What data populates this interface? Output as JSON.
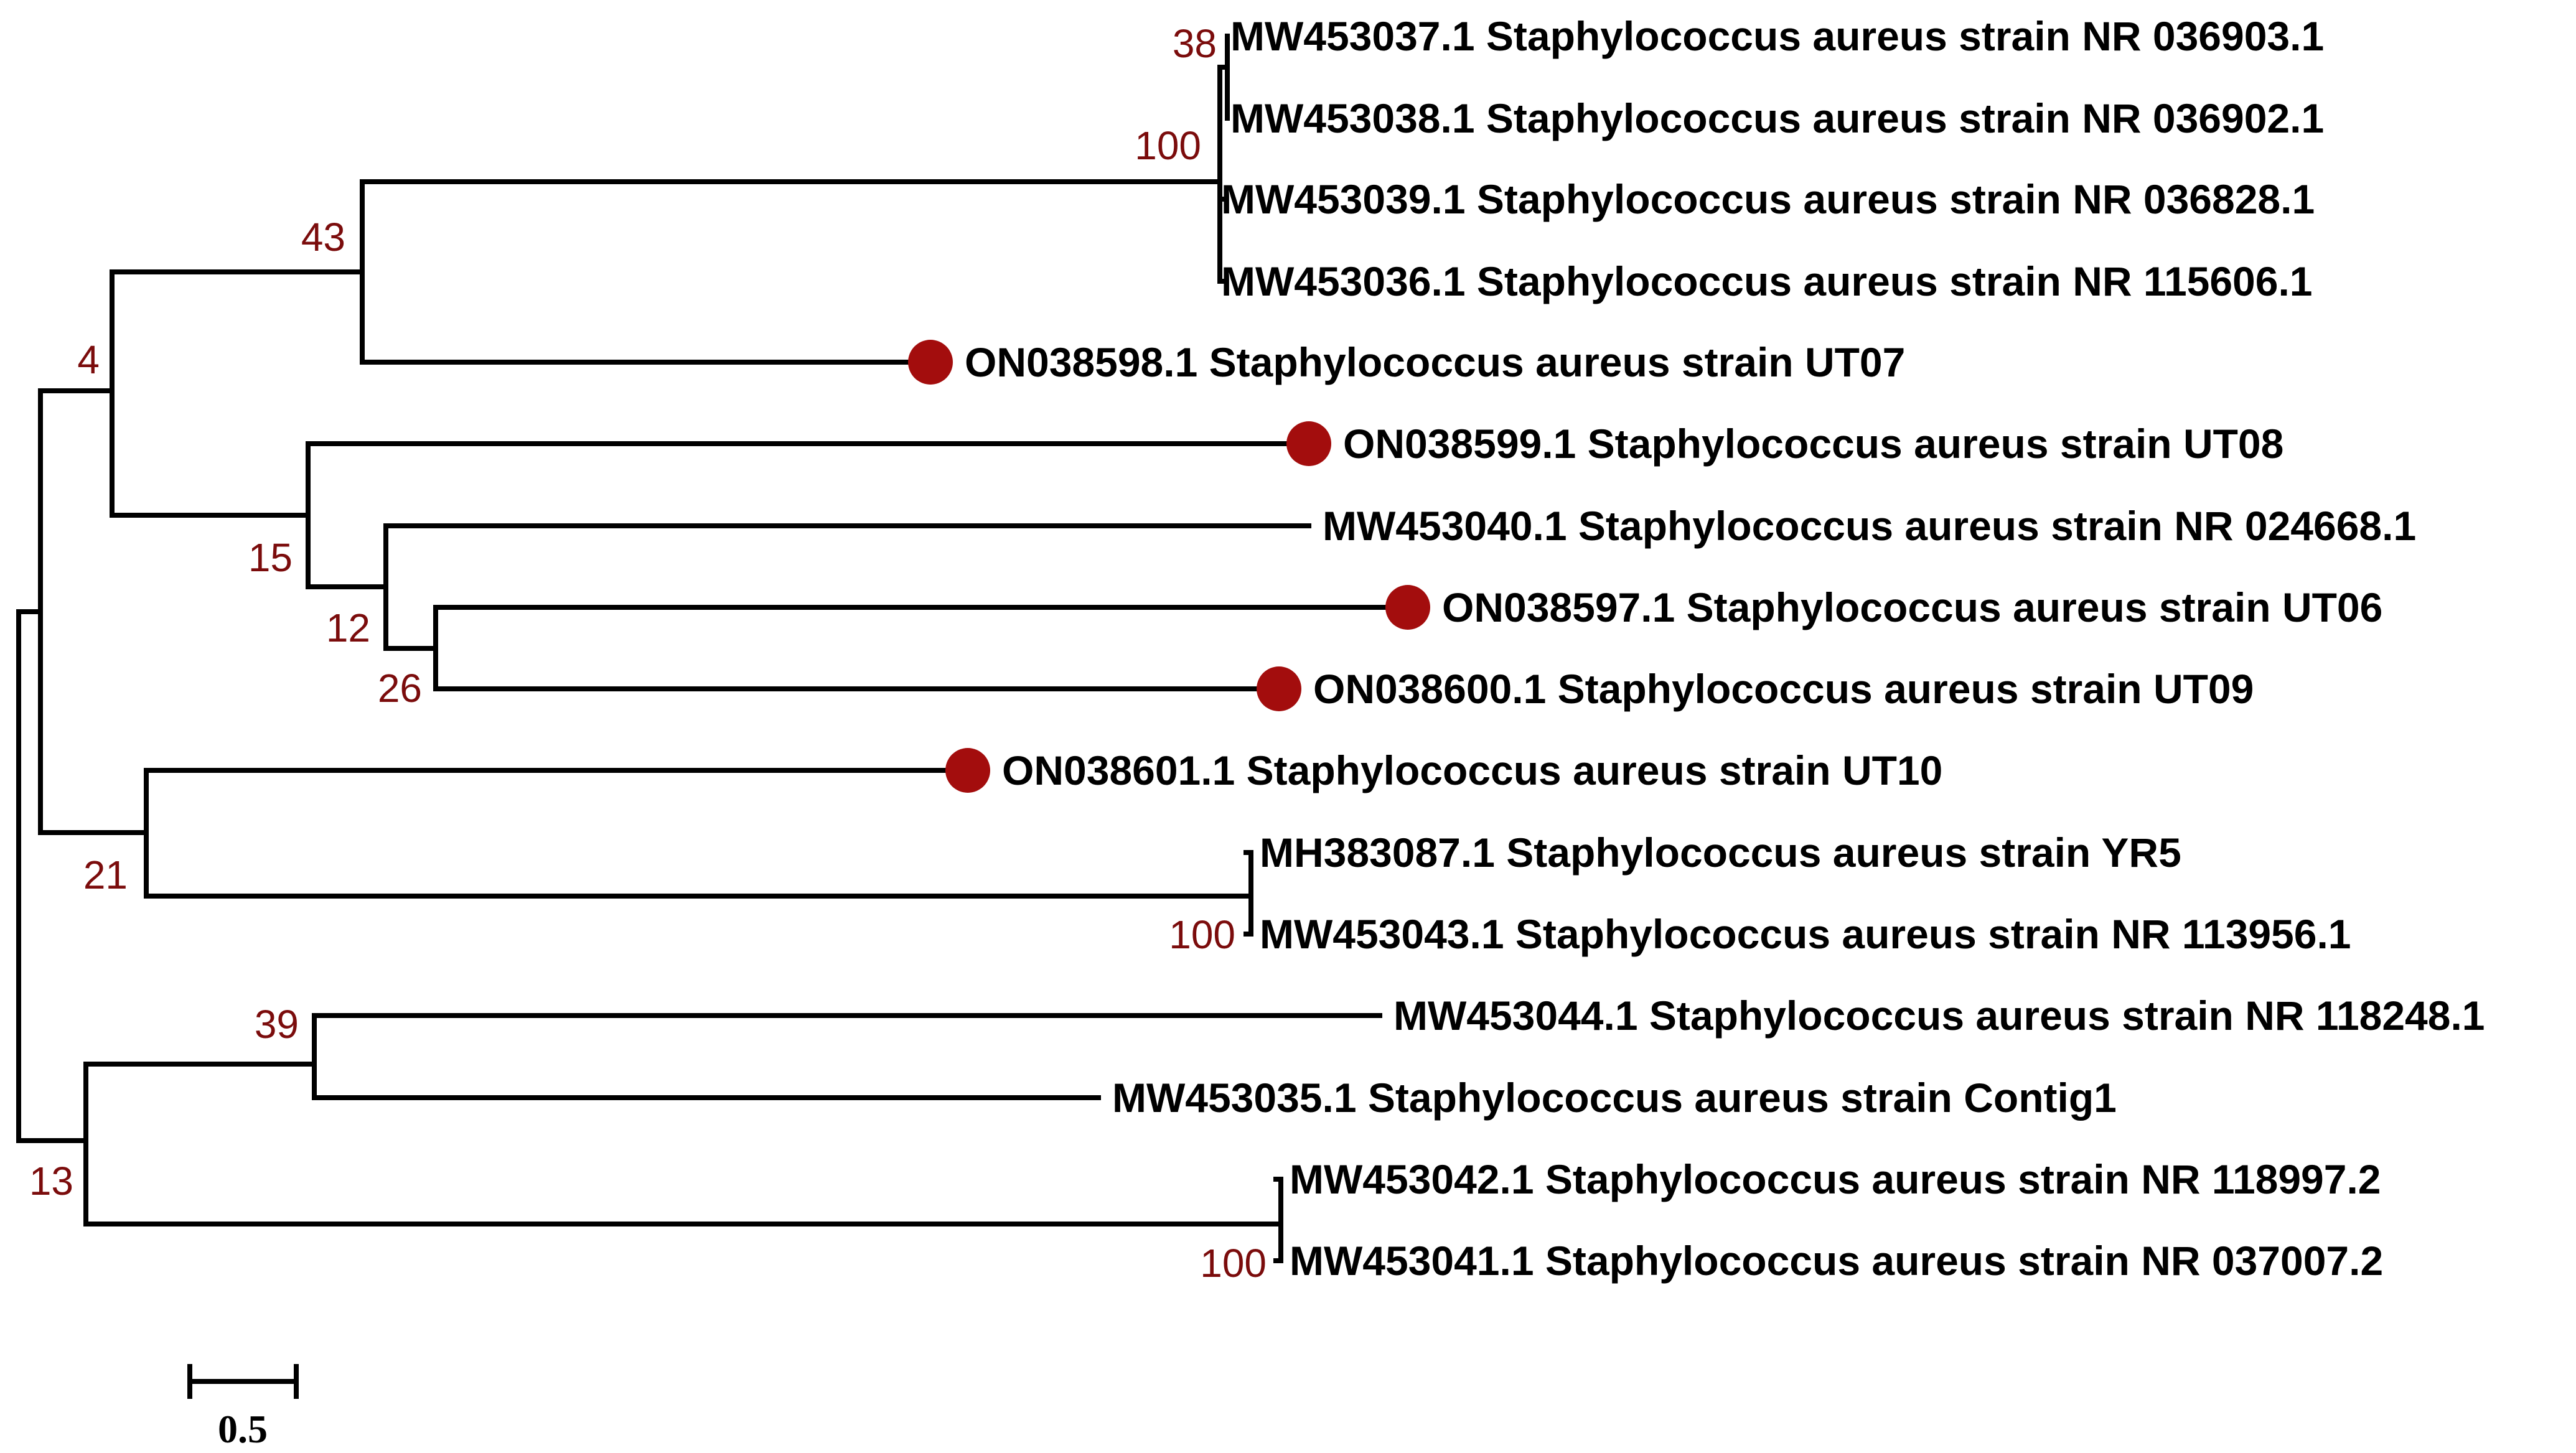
{
  "colors": {
    "branch": "#000000",
    "support": "#7b0c0c",
    "marker": "#a30d0d",
    "leaf_text": "#000000"
  },
  "leaves": [
    {
      "label": "MW453037.1 Staphylococcus aureus strain NR 036903.1",
      "marked": false
    },
    {
      "label": "MW453038.1 Staphylococcus aureus strain NR 036902.1",
      "marked": false
    },
    {
      "label": "MW453039.1 Staphylococcus aureus strain NR 036828.1",
      "marked": false
    },
    {
      "label": "MW453036.1 Staphylococcus aureus strain NR 115606.1",
      "marked": false
    },
    {
      "label": "ON038598.1 Staphylococcus aureus strain UT07",
      "marked": true
    },
    {
      "label": "ON038599.1 Staphylococcus aureus strain UT08",
      "marked": true
    },
    {
      "label": "MW453040.1 Staphylococcus aureus strain NR 024668.1",
      "marked": false
    },
    {
      "label": "ON038597.1 Staphylococcus aureus strain UT06",
      "marked": true
    },
    {
      "label": "ON038600.1 Staphylococcus aureus strain UT09",
      "marked": true
    },
    {
      "label": "ON038601.1 Staphylococcus aureus strain UT10",
      "marked": true
    },
    {
      "label": "MH383087.1 Staphylococcus aureus strain YR5",
      "marked": false
    },
    {
      "label": "MW453043.1 Staphylococcus aureus strain NR 113956.1",
      "marked": false
    },
    {
      "label": "MW453044.1 Staphylococcus aureus strain NR 118248.1",
      "marked": false
    },
    {
      "label": "MW453035.1 Staphylococcus aureus strain Contig1",
      "marked": false
    },
    {
      "label": "MW453042.1 Staphylococcus aureus strain NR 118997.2",
      "marked": false
    },
    {
      "label": "MW453041.1 Staphylococcus aureus strain NR 037007.2",
      "marked": false
    }
  ],
  "support_values": [
    "38",
    "100",
    "43",
    "4",
    "15",
    "12",
    "26",
    "21",
    "100",
    "39",
    "13",
    "100"
  ],
  "scale_bar": {
    "label": "0.5"
  }
}
